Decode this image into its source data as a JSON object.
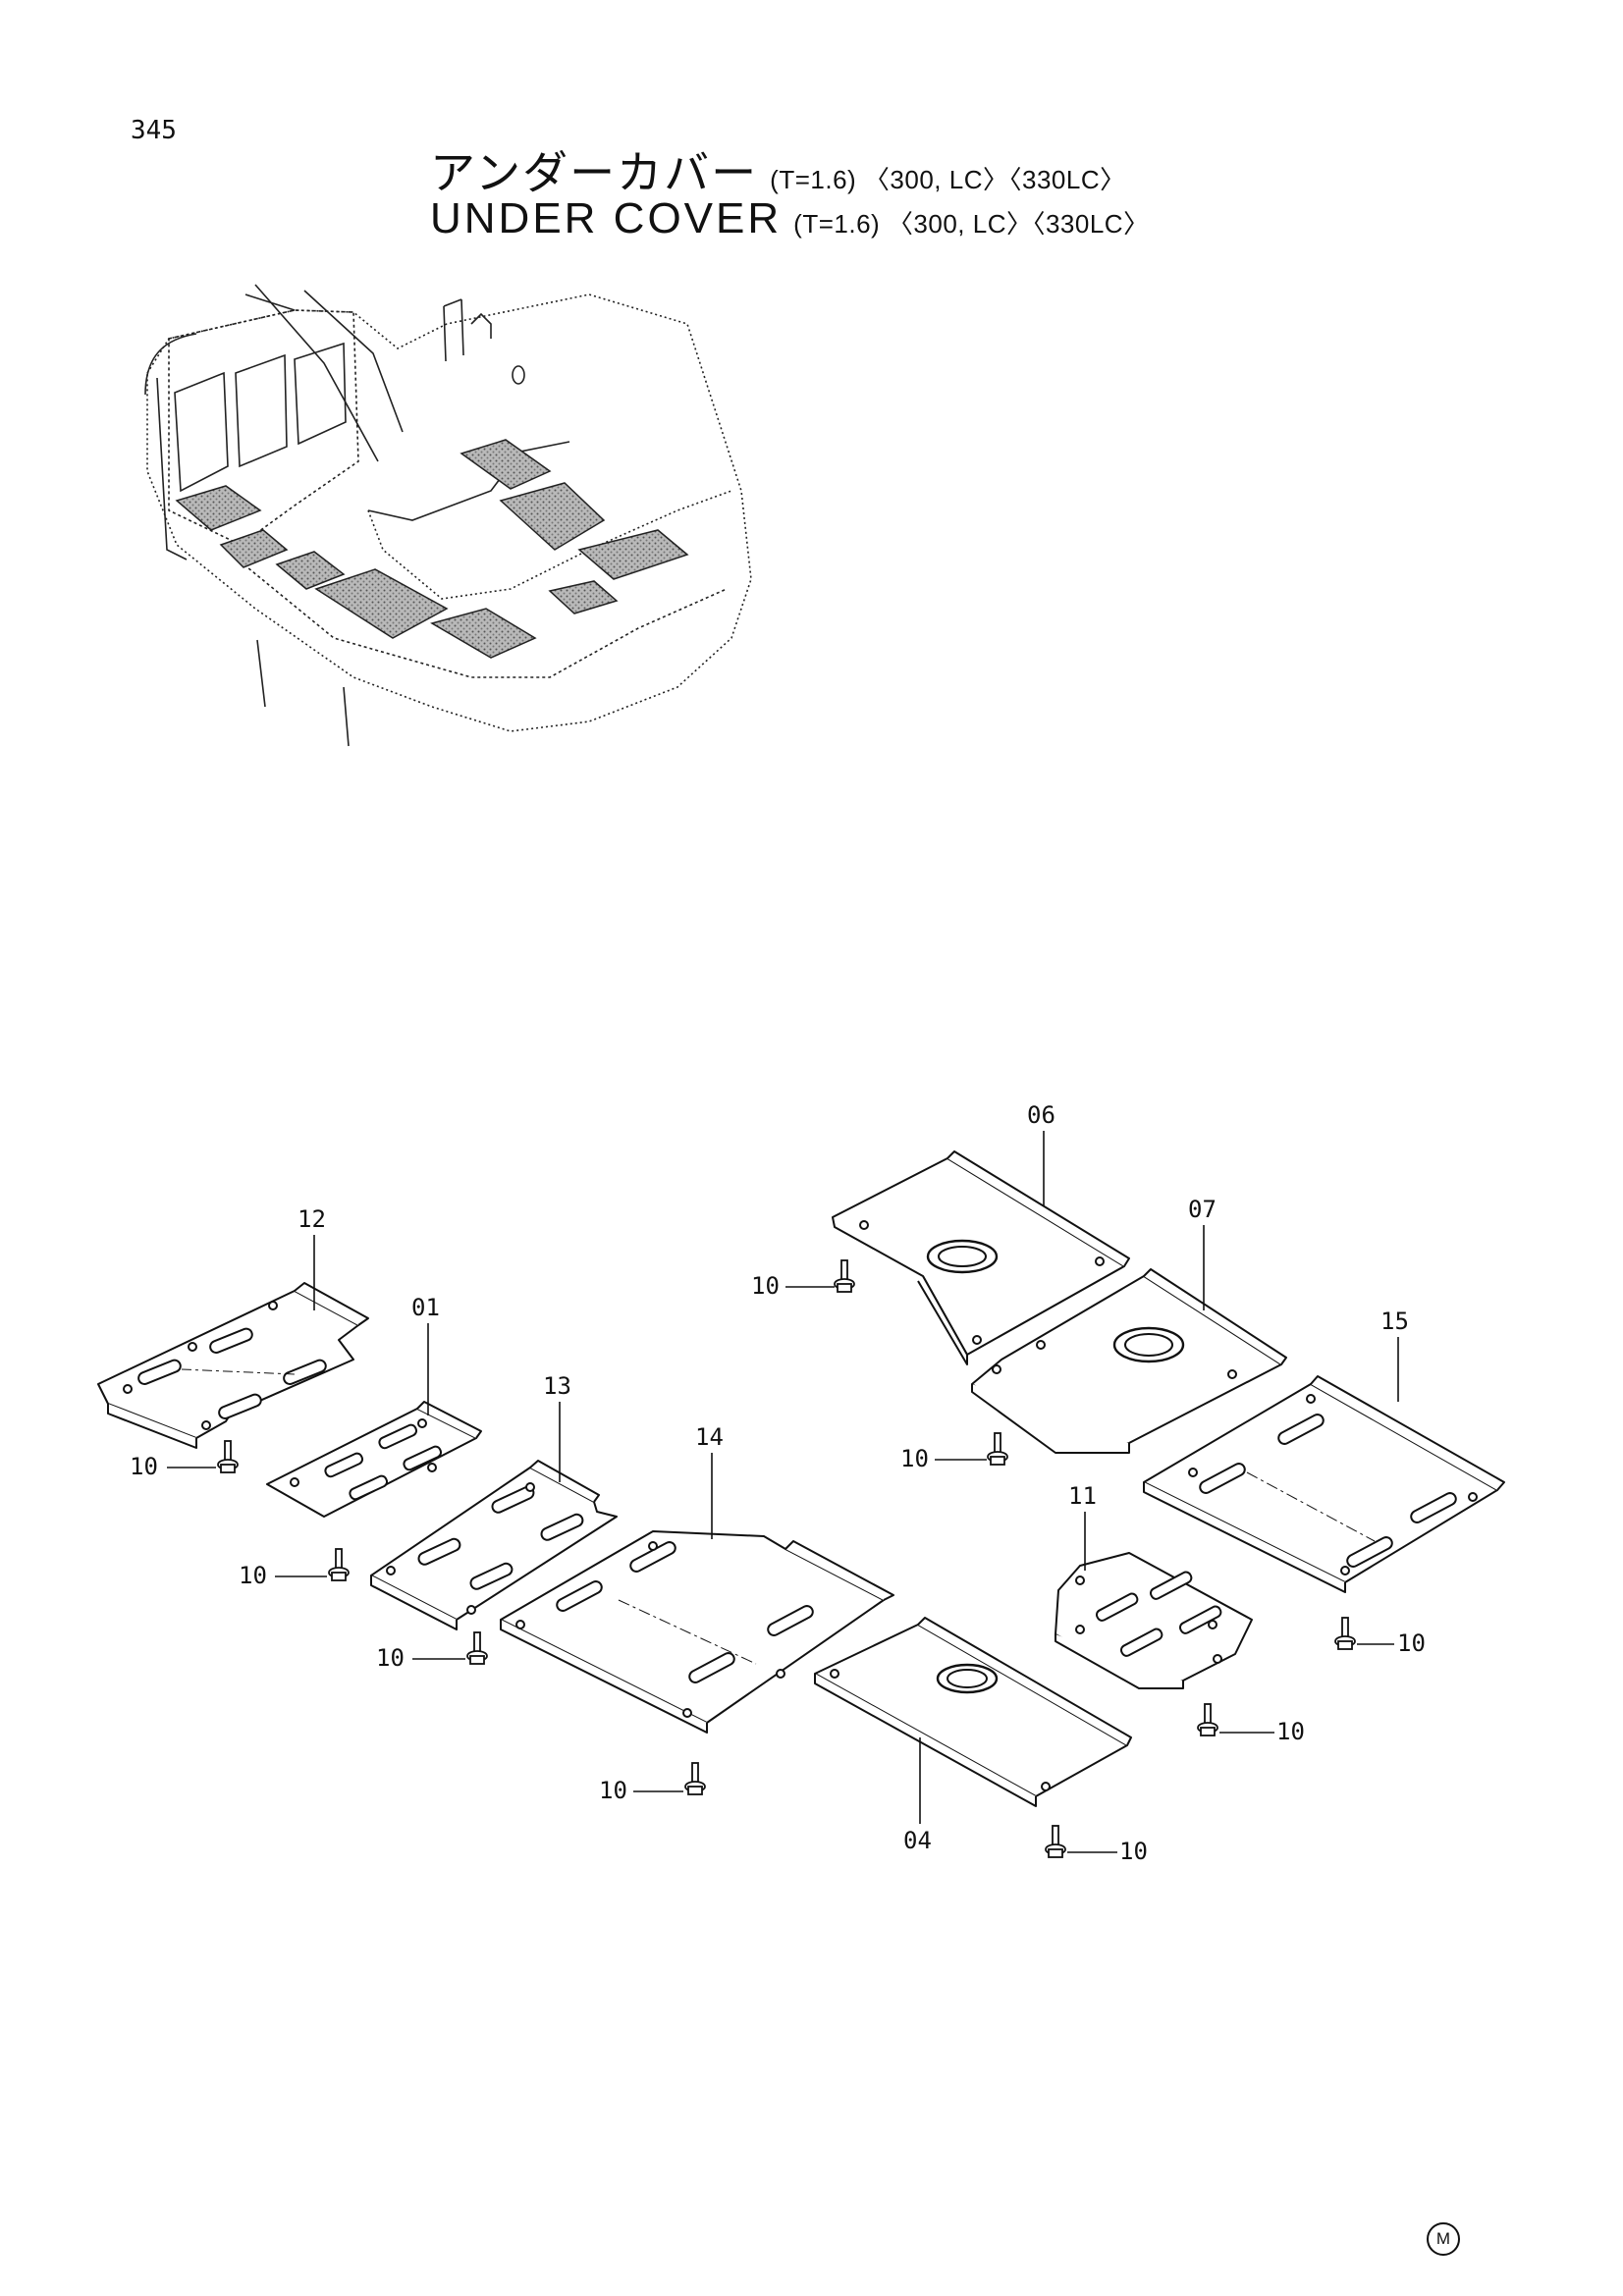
{
  "page_number": "345",
  "title": {
    "japanese": "アンダーカバー",
    "english": "UNDER COVER",
    "spec": "(T=1.6) 〈300, LC〉〈330LC〉"
  },
  "part_labels": {
    "p06": "06",
    "p07": "07",
    "p12": "12",
    "p01": "01",
    "p13": "13",
    "p14": "14",
    "p15": "15",
    "p11": "11",
    "p04": "04",
    "bolt": "10"
  },
  "corner_mark": "M"
}
